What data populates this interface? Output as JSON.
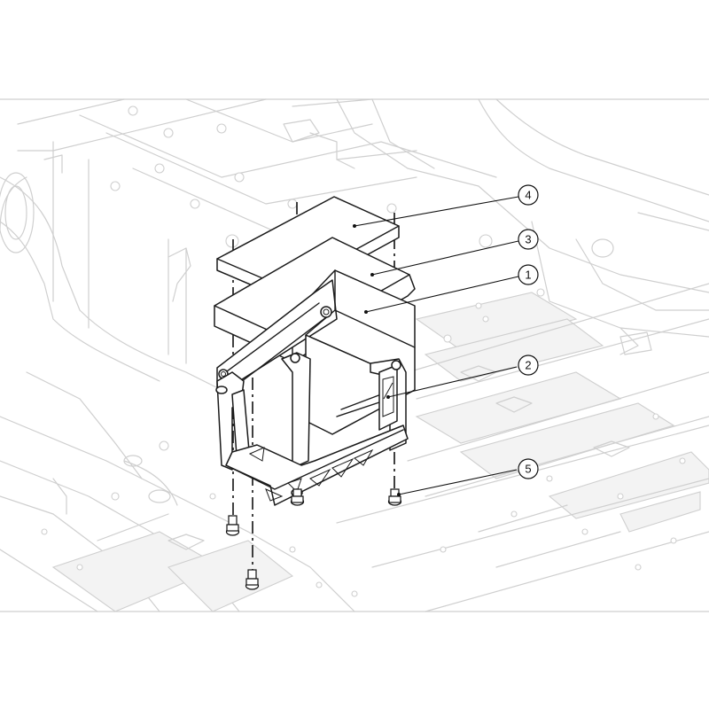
{
  "diagram": {
    "type": "exploded-assembly-view",
    "callouts": [
      {
        "label": "4"
      },
      {
        "label": "3"
      },
      {
        "label": "1"
      },
      {
        "label": "2"
      },
      {
        "label": "5"
      }
    ],
    "colors": {
      "line": "#1a1a1a",
      "background_structure": "#cfcfcf",
      "panel_fill": "#f3f3f3"
    }
  }
}
